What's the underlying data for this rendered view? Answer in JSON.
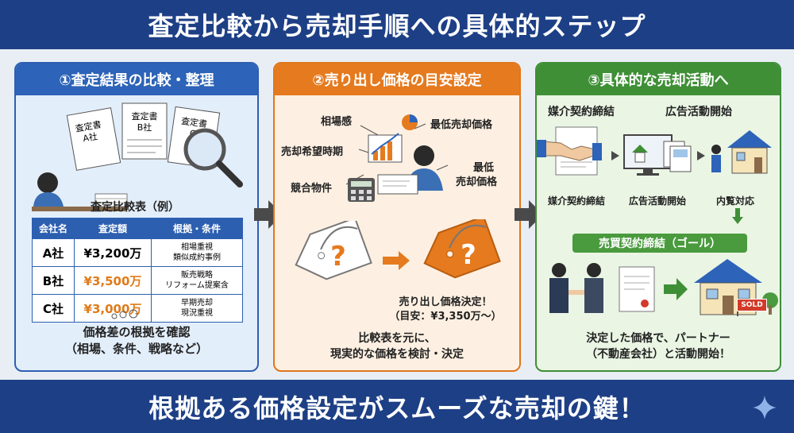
{
  "header": {
    "title": "査定比較から売却手順への具体的ステップ"
  },
  "footer": {
    "text": "根拠ある価格設定がスムーズな売却の鍵！"
  },
  "step1": {
    "title": "①査定結果の比較・整理",
    "docs": [
      "査定書\nA社",
      "査定書\nB社",
      "査定書\nC"
    ],
    "table_title": "査定比較表（例）",
    "headers": [
      "会社名",
      "査定額",
      "根拠・条件"
    ],
    "rows": [
      {
        "company": "A社",
        "amount": "¥3,200万",
        "note": "相場重視\n類似成約事例"
      },
      {
        "company": "B社",
        "amount": "¥3,500万",
        "note": "販売戦略\nリフォーム提案含"
      },
      {
        "company": "C社",
        "amount": "¥3,000万",
        "note": "早期売却\n現況重視"
      }
    ],
    "caption_line1": "価格差の根拠を確認",
    "caption_line2": "（相場、条件、戦略など）"
  },
  "step2": {
    "title": "②売り出し価格の目安設定",
    "factors": [
      "相場感",
      "売却希望時期",
      "競合物件",
      "最低売却価格",
      "最低",
      "売却価格"
    ],
    "decision_line1": "売り出し価格決定！",
    "decision_line2": "（目安：¥3,350万〜）",
    "caption_line1": "比較表を元に、",
    "caption_line2": "現実的な価格を検討・決定"
  },
  "step3": {
    "title": "③具体的な売却活動へ",
    "top_label_left": "媒介契約締結",
    "top_label_right": "広告活動開始",
    "sub_labels": [
      "媒介契約締結",
      "広告活動開始",
      "内覧対応"
    ],
    "goal": "売買契約締結（ゴール）",
    "sold_sign": "SOLD",
    "caption_line1": "決定した価格で、パートナー",
    "caption_line2": "（不動産会社）と活動開始！"
  },
  "colors": {
    "navy": "#1d3f85",
    "blue": "#2d63b8",
    "orange": "#e57a1e",
    "green": "#3f8f36",
    "arrow": "#4a4a4a"
  },
  "icons": [
    "magnifier-icon",
    "chart-icon",
    "calculator-icon",
    "price-tag-icon",
    "handshake-icon",
    "computer-icon",
    "house-icon",
    "sparkle-icon"
  ]
}
